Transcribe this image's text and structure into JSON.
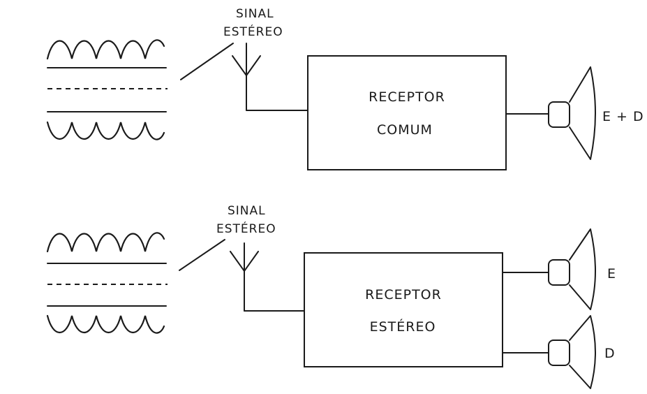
{
  "top": {
    "signal_line1": "SINAL",
    "signal_line2": "ESTÉREO",
    "receiver_line1": "RECEPTOR",
    "receiver_line2": "COMUM",
    "speaker_label": "E + D"
  },
  "bottom": {
    "signal_line1": "SINAL",
    "signal_line2": "ESTÉREO",
    "receiver_line1": "RECEPTOR",
    "receiver_line2": "ESTÉREO",
    "speaker_left_label": "E",
    "speaker_right_label": "D"
  }
}
